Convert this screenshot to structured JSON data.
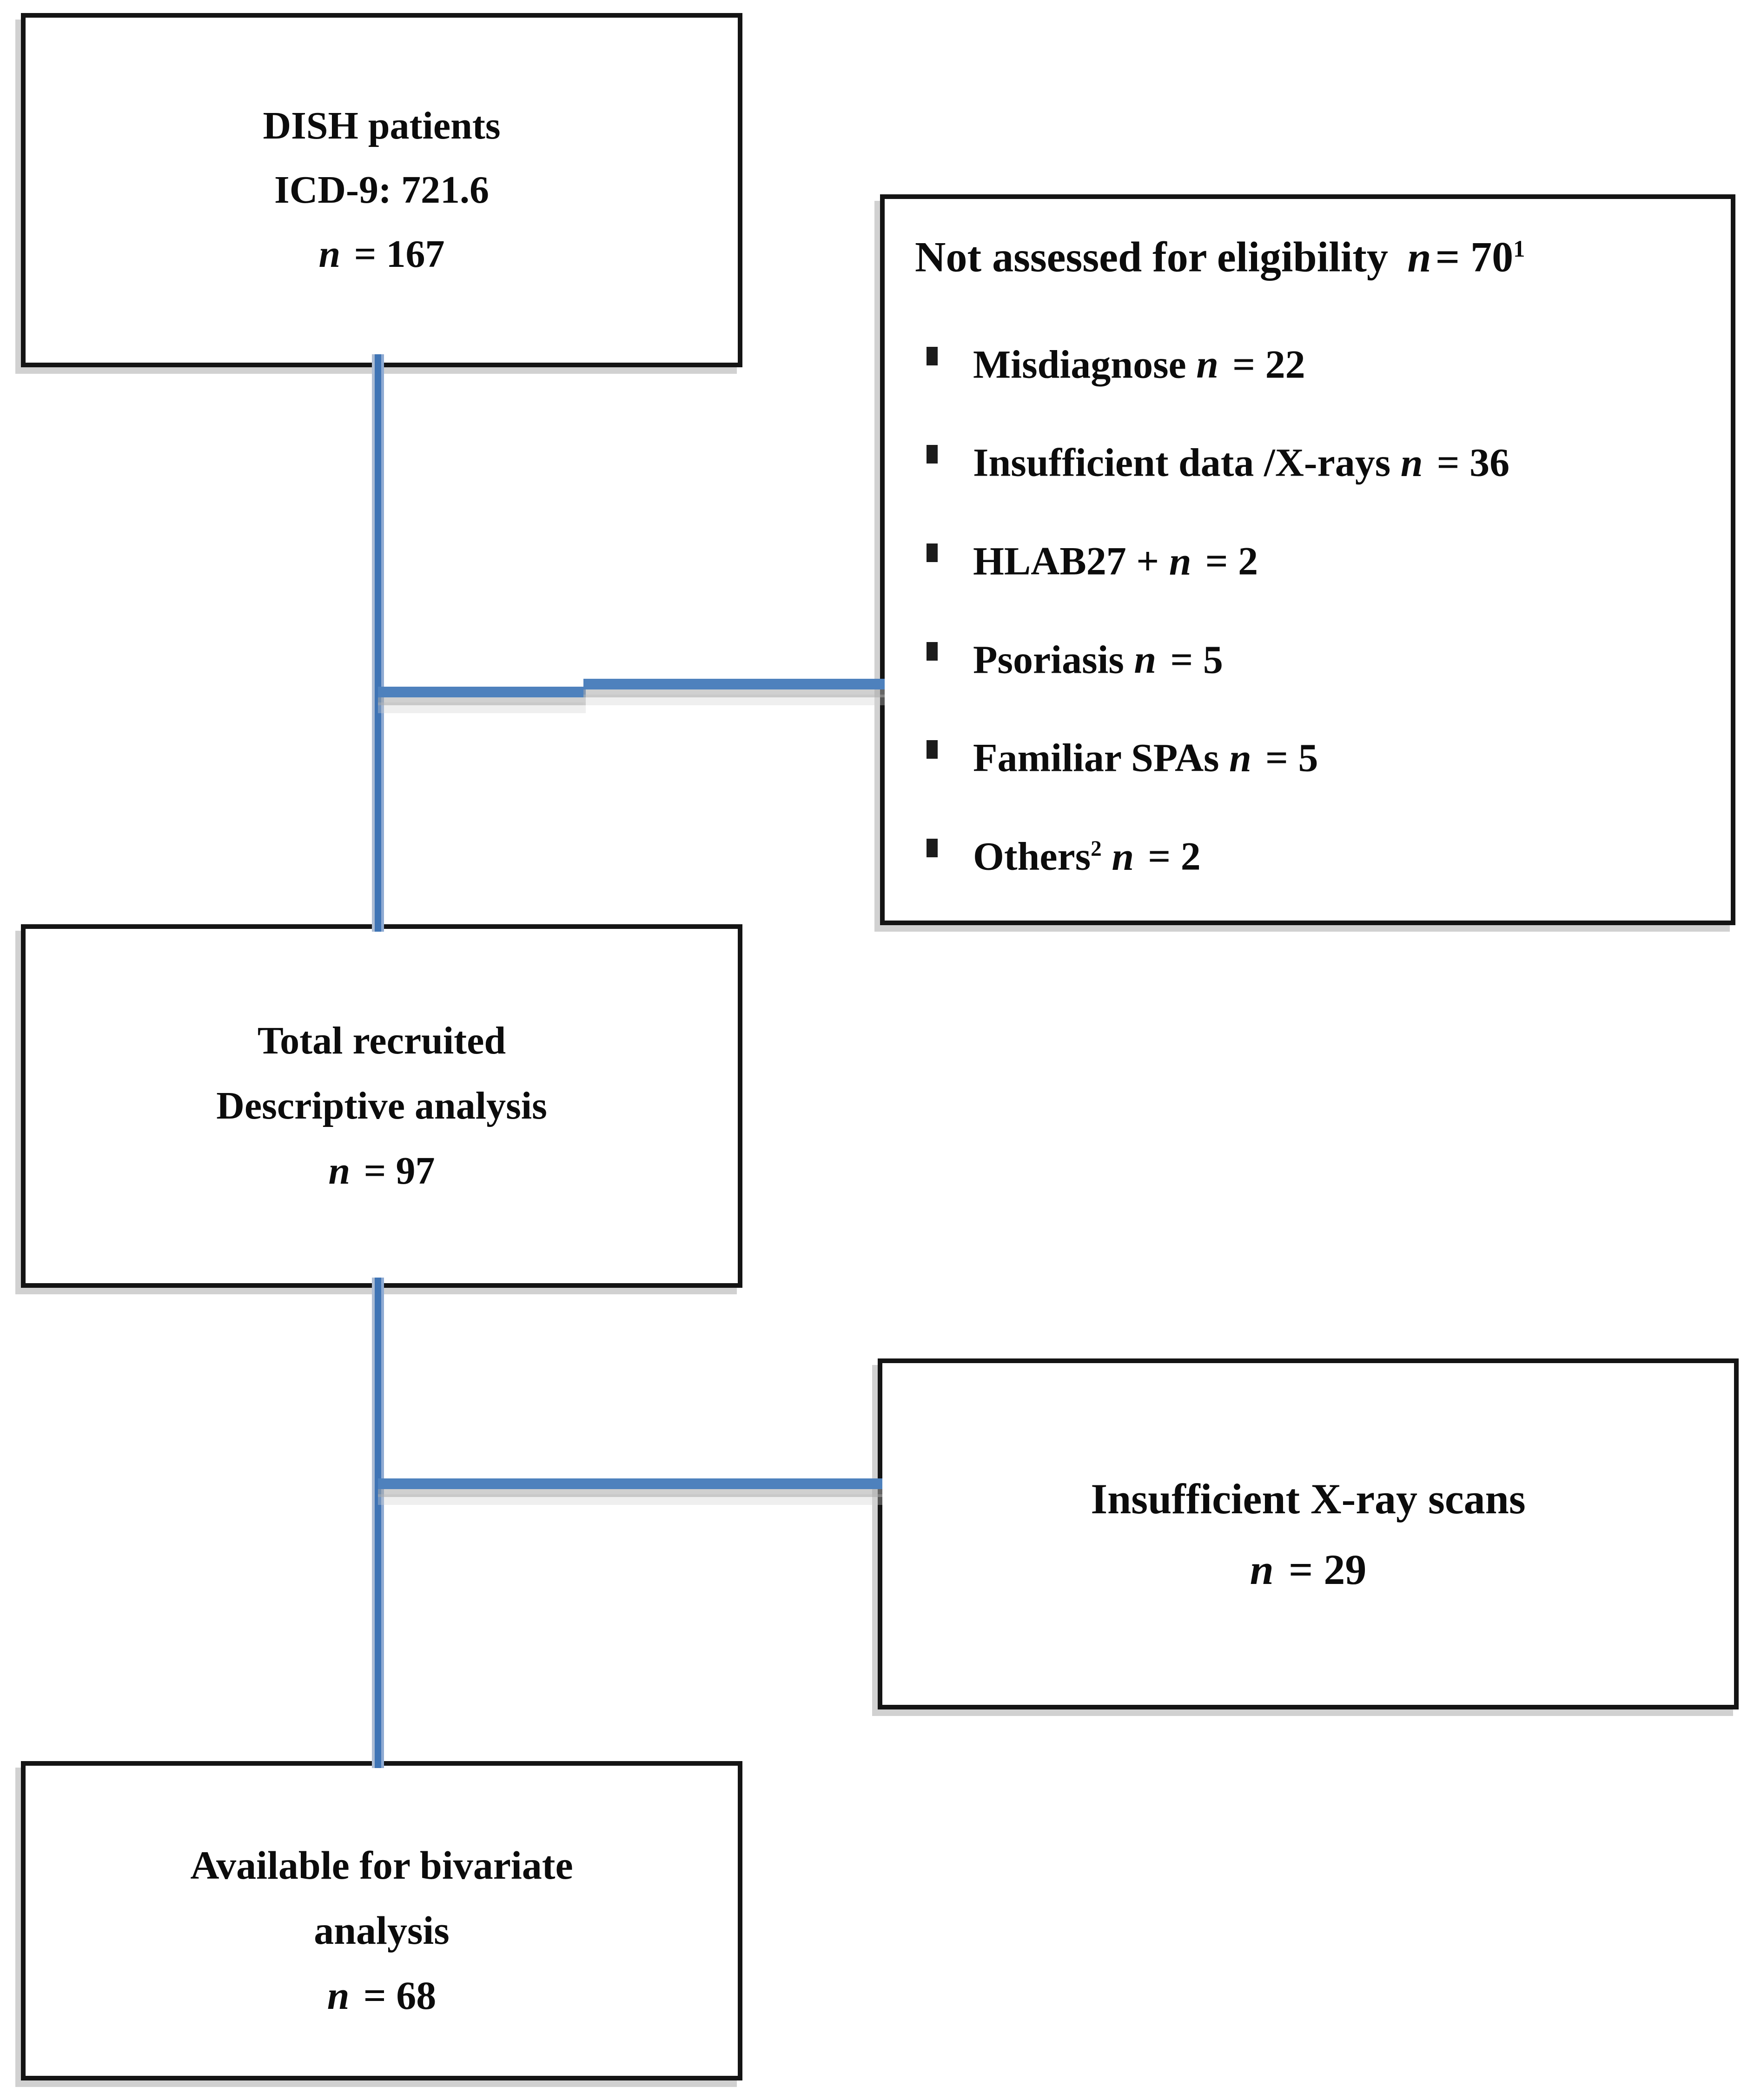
{
  "figure": {
    "background": "#ffffff",
    "accent_blue": "#4f81bd",
    "border_black": "#141414",
    "shadow_gray": "#c9c9c9"
  },
  "boxes": {
    "dish": {
      "line1": "DISH patients",
      "line2": "ICD-9: 721.6",
      "n_var": "n",
      "n_rest": " = 167"
    },
    "not_assessed": {
      "title": "Not assessed for eligibility",
      "title_n_var": "n",
      "title_n_rest": "= 70",
      "title_sup": "1",
      "items": [
        {
          "label": "Misdiagnose",
          "n_var": "n",
          "n_rest": " = 22"
        },
        {
          "label": "Insufficient data /X-rays",
          "n_var": "n",
          "n_rest": " = 36"
        },
        {
          "label": "HLAB27 +",
          "n_var": "n",
          "n_rest": " = 2"
        },
        {
          "label": "Psoriasis",
          "n_var": "n",
          "n_rest": " = 5"
        },
        {
          "label": "Familiar SPAs",
          "n_var": "n",
          "n_rest": " = 5"
        },
        {
          "label": "Others",
          "label_sup": "2",
          "n_var": "n",
          "n_rest": " = 2"
        }
      ]
    },
    "total": {
      "line1": "Total recruited",
      "line2": "Descriptive analysis",
      "n_var": "n",
      "n_rest": " = 97"
    },
    "xray": {
      "line1": "Insufficient X-ray scans",
      "n_var": "n",
      "n_rest": " = 29"
    },
    "bivariate": {
      "line1": "Available for bivariate",
      "line2": "analysis",
      "n_var": "n",
      "n_rest": " = 68"
    }
  }
}
